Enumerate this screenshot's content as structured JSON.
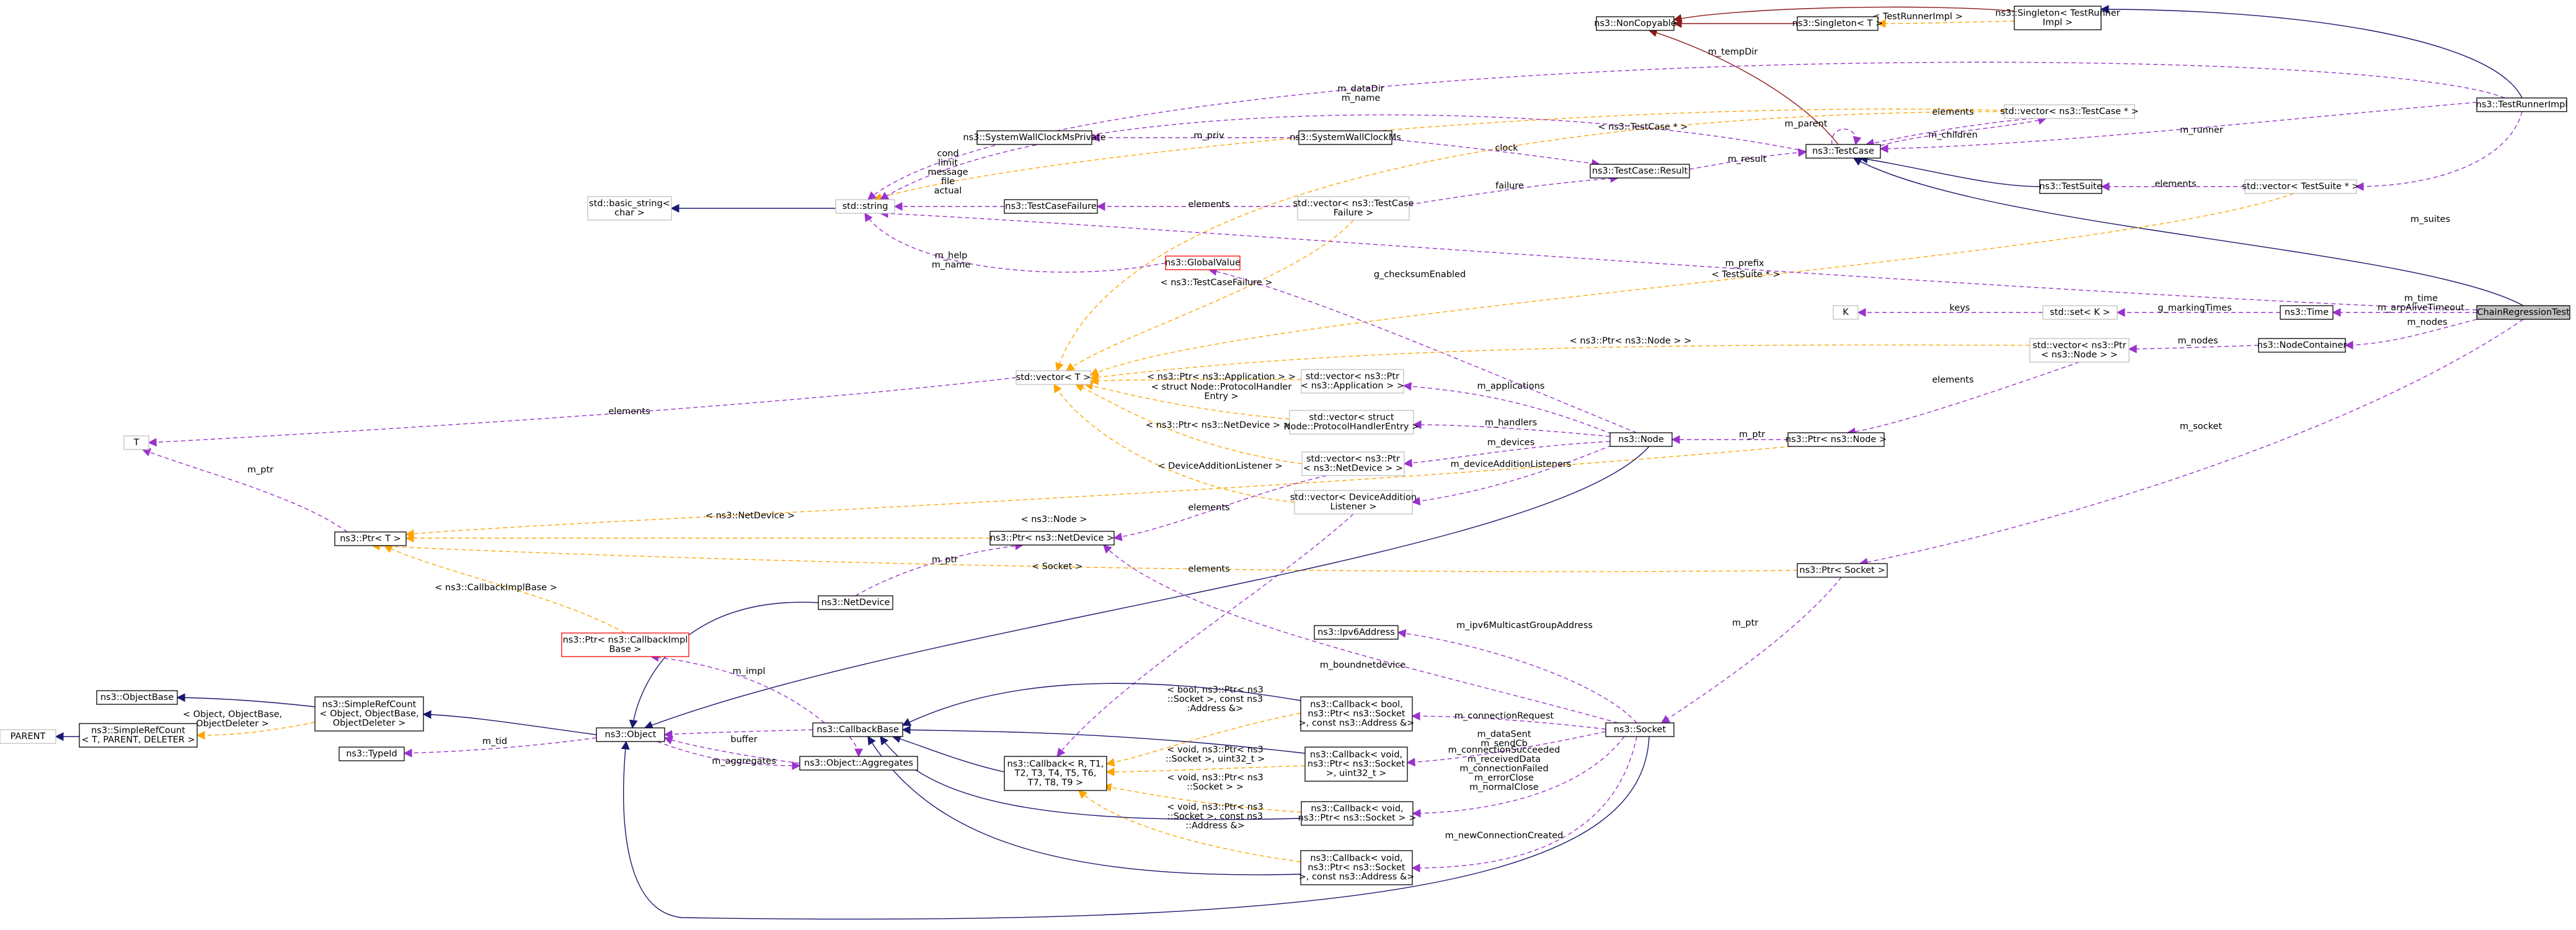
{
  "diagram": {
    "nodes": [
      {
        "id": "chain",
        "lines": [
          "ChainRegressionTest"
        ],
        "style": "root"
      },
      {
        "id": "testrunnerimpl",
        "lines": [
          "ns3::TestRunnerImpl"
        ],
        "style": "normal"
      },
      {
        "id": "singleton_runner",
        "lines": [
          "ns3::Singleton< TestRunner",
          "Impl >"
        ],
        "style": "normal"
      },
      {
        "id": "noncopyable",
        "lines": [
          "ns3::NonCopyable"
        ],
        "style": "normal"
      },
      {
        "id": "singleton_t",
        "lines": [
          "ns3::Singleton< T >"
        ],
        "style": "normal"
      },
      {
        "id": "testcase",
        "lines": [
          "ns3::TestCase"
        ],
        "style": "normal"
      },
      {
        "id": "vec_testcase_ptr",
        "lines": [
          "std::vector< ns3::TestCase * >"
        ],
        "style": "template"
      },
      {
        "id": "syswallpriv",
        "lines": [
          "ns3::SystemWallClockMsPrivate"
        ],
        "style": "normal"
      },
      {
        "id": "syswall",
        "lines": [
          "ns3::SystemWallClockMs"
        ],
        "style": "normal"
      },
      {
        "id": "tcresult",
        "lines": [
          "ns3::TestCase::Result"
        ],
        "style": "normal"
      },
      {
        "id": "testsuite",
        "lines": [
          "ns3::TestSuite"
        ],
        "style": "normal"
      },
      {
        "id": "vec_testsuite",
        "lines": [
          "std::vector< TestSuite * >"
        ],
        "style": "template"
      },
      {
        "id": "basic_string",
        "lines": [
          "std::basic_string<",
          "char >"
        ],
        "style": "template"
      },
      {
        "id": "stdstring",
        "lines": [
          "std::string"
        ],
        "style": "template"
      },
      {
        "id": "tcfailure",
        "lines": [
          "ns3::TestCaseFailure"
        ],
        "style": "normal"
      },
      {
        "id": "vec_tcfailure",
        "lines": [
          "std::vector< ns3::TestCase",
          "Failure >"
        ],
        "style": "template"
      },
      {
        "id": "globalvalue",
        "lines": [
          "ns3::GlobalValue"
        ],
        "style": "red"
      },
      {
        "id": "k",
        "lines": [
          "K"
        ],
        "style": "template"
      },
      {
        "id": "set_k",
        "lines": [
          "std::set< K >"
        ],
        "style": "template"
      },
      {
        "id": "time",
        "lines": [
          "ns3::Time"
        ],
        "style": "normal"
      },
      {
        "id": "vec_t",
        "lines": [
          "std::vector< T >"
        ],
        "style": "template"
      },
      {
        "id": "vec_app",
        "lines": [
          "std::vector< ns3::Ptr",
          "< ns3::Application > >"
        ],
        "style": "template"
      },
      {
        "id": "vec_handler",
        "lines": [
          "std::vector< struct",
          "Node::ProtocolHandlerEntry >"
        ],
        "style": "template"
      },
      {
        "id": "vec_netdev",
        "lines": [
          "std::vector< ns3::Ptr",
          "< ns3::NetDevice > >"
        ],
        "style": "template"
      },
      {
        "id": "vec_dal",
        "lines": [
          "std::vector< DeviceAddition",
          "Listener >"
        ],
        "style": "template"
      },
      {
        "id": "vec_ptr_node",
        "lines": [
          "std::vector< ns3::Ptr",
          "< ns3::Node > >"
        ],
        "style": "template"
      },
      {
        "id": "nodecontainer",
        "lines": [
          "ns3::NodeContainer"
        ],
        "style": "normal"
      },
      {
        "id": "node",
        "lines": [
          "ns3::Node"
        ],
        "style": "normal"
      },
      {
        "id": "ptr_node",
        "lines": [
          "ns3::Ptr< ns3::Node >"
        ],
        "style": "normal"
      },
      {
        "id": "t",
        "lines": [
          "T"
        ],
        "style": "template"
      },
      {
        "id": "ptr_t",
        "lines": [
          "ns3::Ptr< T >"
        ],
        "style": "normal"
      },
      {
        "id": "ptr_netdev",
        "lines": [
          "ns3::Ptr< ns3::NetDevice >"
        ],
        "style": "normal"
      },
      {
        "id": "ptr_socket",
        "lines": [
          "ns3::Ptr< Socket >"
        ],
        "style": "normal"
      },
      {
        "id": "netdevice",
        "lines": [
          "ns3::NetDevice"
        ],
        "style": "normal"
      },
      {
        "id": "ptr_cbimpl",
        "lines": [
          "ns3::Ptr< ns3::CallbackImpl",
          "Base >"
        ],
        "style": "red"
      },
      {
        "id": "ipv6",
        "lines": [
          "ns3::Ipv6Address"
        ],
        "style": "normal"
      },
      {
        "id": "objectbase",
        "lines": [
          "ns3::ObjectBase"
        ],
        "style": "normal"
      },
      {
        "id": "src_object",
        "lines": [
          "ns3::SimpleRefCount",
          "< Object, ObjectBase,",
          "ObjectDeleter >"
        ],
        "style": "normal"
      },
      {
        "id": "parent",
        "lines": [
          "PARENT"
        ],
        "style": "template"
      },
      {
        "id": "src_t",
        "lines": [
          "ns3::SimpleRefCount",
          "< T, PARENT, DELETER >"
        ],
        "style": "normal"
      },
      {
        "id": "object",
        "lines": [
          "ns3::Object"
        ],
        "style": "normal"
      },
      {
        "id": "typeid",
        "lines": [
          "ns3::TypeId"
        ],
        "style": "normal"
      },
      {
        "id": "callbackbase",
        "lines": [
          "ns3::CallbackBase"
        ],
        "style": "normal"
      },
      {
        "id": "aggregates",
        "lines": [
          "ns3::Object::Aggregates"
        ],
        "style": "normal"
      },
      {
        "id": "cb_bool",
        "lines": [
          "ns3::Callback< bool,",
          "ns3::Ptr< ns3::Socket",
          ">, const ns3::Address &>"
        ],
        "style": "normal"
      },
      {
        "id": "cb_void_u32",
        "lines": [
          "ns3::Callback< void,",
          "ns3::Ptr< ns3::Socket",
          ">, uint32_t >"
        ],
        "style": "normal"
      },
      {
        "id": "cb_void_sock",
        "lines": [
          "ns3::Callback< void,",
          "ns3::Ptr< ns3::Socket > >"
        ],
        "style": "normal"
      },
      {
        "id": "cb_void_addr",
        "lines": [
          "ns3::Callback< void,",
          "ns3::Ptr< ns3::Socket",
          ">, const ns3::Address &>"
        ],
        "style": "normal"
      },
      {
        "id": "cb_generic",
        "lines": [
          "ns3::Callback< R, T1,",
          "T2, T3, T4, T5, T6,",
          "T7, T8, T9 >"
        ],
        "style": "normal"
      },
      {
        "id": "socket",
        "lines": [
          "ns3::Socket"
        ],
        "style": "normal"
      }
    ],
    "labels": [
      {
        "id": "l_tempdir",
        "lines": [
          "m_tempDir"
        ]
      },
      {
        "id": "l_tr_impl",
        "lines": [
          "< TestRunnerImpl >"
        ]
      },
      {
        "id": "l_datadir",
        "lines": [
          "m_dataDir",
          "m_name"
        ]
      },
      {
        "id": "l_elements_tc",
        "lines": [
          "elements"
        ]
      },
      {
        "id": "l_children",
        "lines": [
          "m_children"
        ]
      },
      {
        "id": "l_parent",
        "lines": [
          "m_parent"
        ]
      },
      {
        "id": "l_tcptr",
        "lines": [
          "< ns3::TestCase * >"
        ]
      },
      {
        "id": "l_runner",
        "lines": [
          "m_runner"
        ]
      },
      {
        "id": "l_priv",
        "lines": [
          "m_priv"
        ]
      },
      {
        "id": "l_clock",
        "lines": [
          "clock"
        ]
      },
      {
        "id": "l_result",
        "lines": [
          "m_result"
        ]
      },
      {
        "id": "l_cond",
        "lines": [
          "cond",
          "limit",
          "message",
          "file",
          "actual"
        ]
      },
      {
        "id": "l_failure",
        "lines": [
          "failure"
        ]
      },
      {
        "id": "l_elements_fail",
        "lines": [
          "elements"
        ]
      },
      {
        "id": "l_elements_suite",
        "lines": [
          "elements"
        ]
      },
      {
        "id": "l_suites",
        "lines": [
          "m_suites"
        ]
      },
      {
        "id": "l_help",
        "lines": [
          "m_help",
          "m_name"
        ]
      },
      {
        "id": "l_prefix",
        "lines": [
          "m_prefix"
        ]
      },
      {
        "id": "l_tsuite",
        "lines": [
          "< TestSuite * >"
        ]
      },
      {
        "id": "l_tcfailure",
        "lines": [
          "< ns3::TestCaseFailure >"
        ]
      },
      {
        "id": "l_checksum",
        "lines": [
          "g_checksumEnabled"
        ]
      },
      {
        "id": "l_keys",
        "lines": [
          "keys"
        ]
      },
      {
        "id": "l_marking",
        "lines": [
          "g_markingTimes"
        ]
      },
      {
        "id": "l_time",
        "lines": [
          "m_time",
          "m_arpAliveTimeout"
        ]
      },
      {
        "id": "l_nodes",
        "lines": [
          "m_nodes"
        ]
      },
      {
        "id": "l_nodes2",
        "lines": [
          "m_nodes"
        ]
      },
      {
        "id": "l_ptrnode_vec",
        "lines": [
          "< ns3::Ptr< ns3::Node > >"
        ]
      },
      {
        "id": "l_ptr_app",
        "lines": [
          "< ns3::Ptr< ns3::Application > >"
        ]
      },
      {
        "id": "l_struct_node",
        "lines": [
          "< struct Node::ProtocolHandler",
          "Entry >"
        ]
      },
      {
        "id": "l_ptr_netdev_vec",
        "lines": [
          "< ns3::Ptr< ns3::NetDevice > >"
        ]
      },
      {
        "id": "l_dal",
        "lines": [
          "< DeviceAdditionListener >"
        ]
      },
      {
        "id": "l_applications",
        "lines": [
          "m_applications"
        ]
      },
      {
        "id": "l_handlers",
        "lines": [
          "m_handlers"
        ]
      },
      {
        "id": "l_devices",
        "lines": [
          "m_devices"
        ]
      },
      {
        "id": "l_dal_member",
        "lines": [
          "m_deviceAdditionListeners"
        ]
      },
      {
        "id": "l_elements_nodevec",
        "lines": [
          "elements"
        ]
      },
      {
        "id": "l_mptr_node",
        "lines": [
          "m_ptr"
        ]
      },
      {
        "id": "l_elements_t",
        "lines": [
          "elements"
        ]
      },
      {
        "id": "l_mptr_t",
        "lines": [
          "m_ptr"
        ]
      },
      {
        "id": "l_socket",
        "lines": [
          "m_socket"
        ]
      },
      {
        "id": "l_tnetdev",
        "lines": [
          "< ns3::NetDevice >"
        ]
      },
      {
        "id": "l_tnode",
        "lines": [
          "< ns3::Node >"
        ]
      },
      {
        "id": "l_elements_netdev",
        "lines": [
          "elements"
        ]
      },
      {
        "id": "l_tsocket",
        "lines": [
          "< Socket >"
        ]
      },
      {
        "id": "l_mptr_netdev",
        "lines": [
          "m_ptr"
        ]
      },
      {
        "id": "l_elements_dal",
        "lines": [
          "elements"
        ]
      },
      {
        "id": "l_tcbimpl",
        "lines": [
          "< ns3::CallbackImplBase >"
        ]
      },
      {
        "id": "l_impl",
        "lines": [
          "m_impl"
        ]
      },
      {
        "id": "l_boundnet",
        "lines": [
          "m_boundnetdevice"
        ]
      },
      {
        "id": "l_ipv6",
        "lines": [
          "m_ipv6MulticastGroupAddress"
        ]
      },
      {
        "id": "l_mptr_socket",
        "lines": [
          "m_ptr"
        ]
      },
      {
        "id": "l_t_obj",
        "lines": [
          "< Object, ObjectBase,",
          "ObjectDeleter >"
        ]
      },
      {
        "id": "l_tid",
        "lines": [
          "m_tid"
        ]
      },
      {
        "id": "l_buffer",
        "lines": [
          "buffer"
        ]
      },
      {
        "id": "l_aggr",
        "lines": [
          "m_aggregates"
        ]
      },
      {
        "id": "l_connreq",
        "lines": [
          "m_connectionRequest"
        ]
      },
      {
        "id": "l_datasent",
        "lines": [
          "m_dataSent",
          "m_sendCb"
        ]
      },
      {
        "id": "l_connsucc",
        "lines": [
          "m_connectionSucceeded",
          "m_receivedData",
          "m_connectionFailed",
          "m_errorClose",
          "m_normalClose"
        ]
      },
      {
        "id": "l_newconn",
        "lines": [
          "m_newConnectionCreated"
        ]
      },
      {
        "id": "l_t_bool",
        "lines": [
          "< bool, ns3::Ptr< ns3",
          "::Socket >, const ns3",
          ":Address &>"
        ]
      },
      {
        "id": "l_t_u32",
        "lines": [
          "< void, ns3::Ptr< ns3",
          "::Socket >, uint32_t >"
        ]
      },
      {
        "id": "l_t_sock",
        "lines": [
          "< void, ns3::Ptr< ns3",
          "::Socket > >"
        ]
      },
      {
        "id": "l_t_addr",
        "lines": [
          "< void, ns3::Ptr< ns3",
          "::Socket >, const ns3",
          "::Address &>"
        ]
      }
    ]
  },
  "colors": {
    "inherit": "#191970",
    "private_inherit": "#8b1a1a",
    "usage": "#9a32cd",
    "template": "#ffa500",
    "root_fill": "#bfbfbf",
    "box_border": "#000000",
    "template_border": "#bfbfbf",
    "red_border": "#ff0000"
  }
}
